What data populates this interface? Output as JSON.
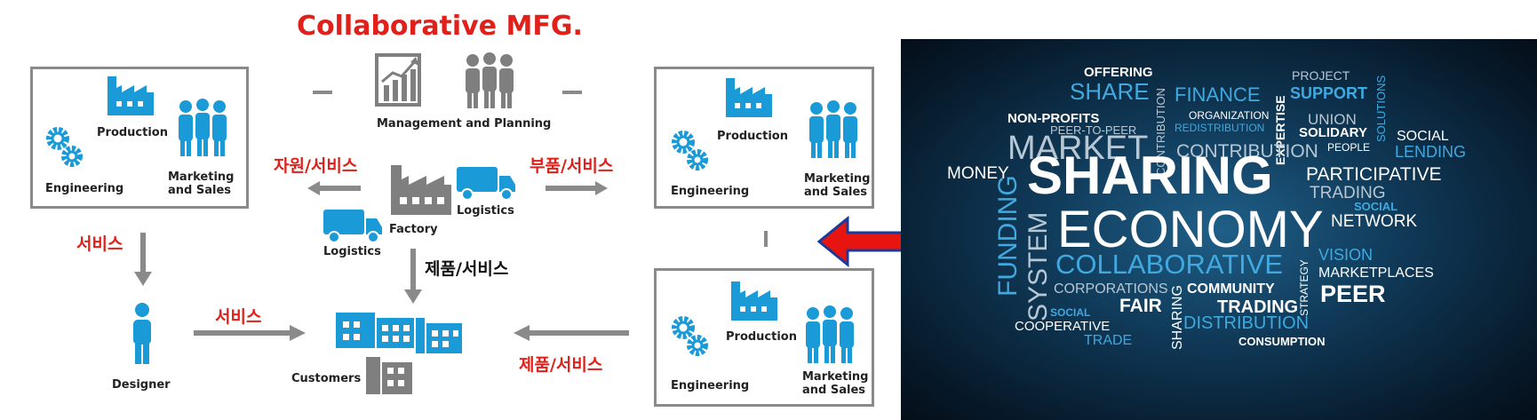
{
  "title": "Collaborative MFG.",
  "center": {
    "management_label": "Management and Planning",
    "factory_label": "Factory",
    "logistics_top": "Logistics",
    "logistics_bottom": "Logistics",
    "customers_label": "Customers",
    "designer_label": "Designer"
  },
  "unit_box": {
    "production": "Production",
    "engineering": "Engineering",
    "marketing_line1": "Marketing",
    "marketing_line2": "and Sales"
  },
  "flows": {
    "resource_service": "자원/서비스",
    "parts_service": "부품/서비스",
    "service_down": "서비스",
    "service_right": "서비스",
    "product_service_center": "제품/서비스",
    "product_service_right": "제품/서비스"
  },
  "colors": {
    "accent_red": "#e0201a",
    "icon_blue": "#1a9ad6",
    "icon_gray": "#7f7f7f",
    "arrow_gray": "#8a8a8a"
  },
  "word_cloud": {
    "words": [
      "OFFERING",
      "SHARE",
      "FINANCE",
      "CONTRIBUTION",
      "EXPERTISE",
      "PROJECT",
      "SUPPORT",
      "SOLUTIONS",
      "NON-PROFITS",
      "ORGANIZATION",
      "REDISTRIBUTION",
      "PEER-TO-PEER",
      "UNION",
      "SOLIDARY",
      "PEOPLE",
      "SOCIAL",
      "MARKET",
      "CONTRIBUTION",
      "LENDING",
      "MONEY",
      "SHARING",
      "PARTICIPATIVE",
      "TRADING",
      "FUNDING",
      "SYSTEM",
      "ECONOMY",
      "SOCIAL",
      "NETWORK",
      "COLLABORATIVE",
      "STRATEGY",
      "VISION",
      "MARKETPLACES",
      "CORPORATIONS",
      "SHARING",
      "COMMUNITY",
      "PEER",
      "SOCIAL",
      "FAIR",
      "TRADING",
      "COOPERATIVE",
      "DISTRIBUTION",
      "TRADE",
      "CONSUMPTION"
    ]
  }
}
